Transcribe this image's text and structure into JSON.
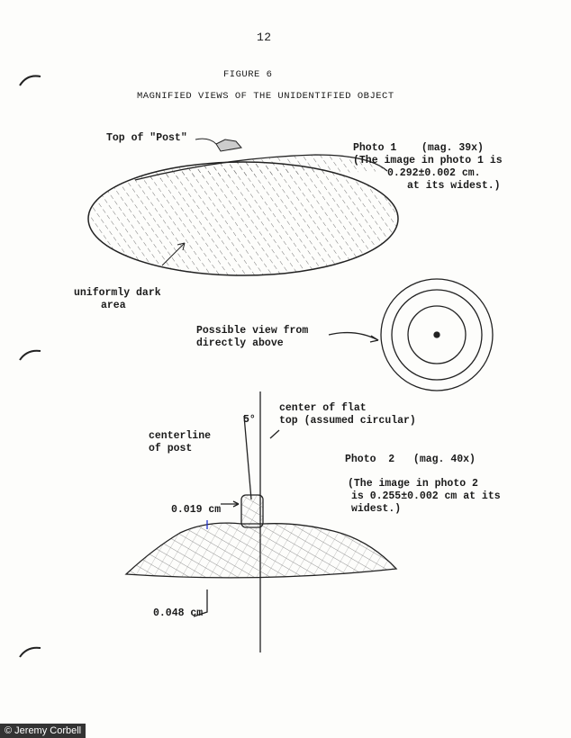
{
  "page_number": "12",
  "figure_label": "FIGURE 6",
  "figure_title": "MAGNIFIED VIEWS OF THE UNIDENTIFIED OBJECT",
  "labels": {
    "top_of_post": "Top of \"Post\"",
    "photo1_heading": "Photo 1    (mag. 39x)",
    "photo1_caption": [
      "(The image in photo 1 is",
      "0.292±0.002 cm.",
      "at its widest.)"
    ],
    "uniformly_dark": [
      "uniformly dark",
      "area"
    ],
    "possible_view": [
      "Possible view from",
      "directly above"
    ],
    "center_flat_top": [
      "center of flat",
      "top (assumed circular)"
    ],
    "angle": "5°",
    "centerline": [
      "centerline",
      "of post"
    ],
    "photo2_heading": "Photo  2   (mag. 40x)",
    "photo2_caption": [
      "(The image in photo 2",
      "is 0.255±0.002 cm at its",
      "widest.)"
    ],
    "dim_post": "0.019 cm",
    "dim_base": "0.048 cm"
  },
  "credit": "© Jeremy Corbell"
}
